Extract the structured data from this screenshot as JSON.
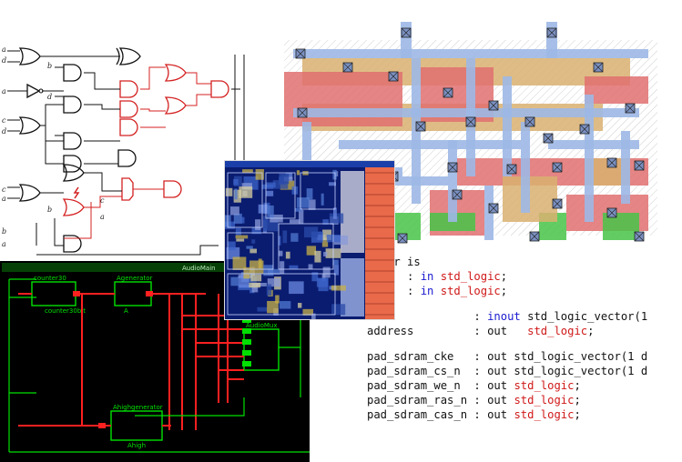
{
  "gate_schematic": {
    "input_labels": [
      "a",
      "d",
      "a",
      "c",
      "d",
      "b",
      "d",
      "c",
      "a",
      "b",
      "a",
      "c",
      "a",
      "b"
    ]
  },
  "layout": {},
  "vhdl": {
    "lines": [
      [
        {
          "t": "essor is"
        }
      ],
      [
        {
          "t": "      : "
        },
        {
          "t": "in",
          "c": "kw"
        },
        {
          "t": " "
        },
        {
          "t": "std_logic",
          "c": "ty"
        },
        {
          "t": ";"
        }
      ],
      [
        {
          "t": "et    : "
        },
        {
          "t": "in",
          "c": "kw"
        },
        {
          "t": " "
        },
        {
          "t": "std_logic",
          "c": "ty"
        },
        {
          "t": ";"
        }
      ],
      [],
      [
        {
          "t": "data            : "
        },
        {
          "t": "inout",
          "c": "kw"
        },
        {
          "t": " std_logic_vector(1"
        }
      ],
      [
        {
          "t": "address         : out   "
        },
        {
          "t": "std_logic",
          "c": "ty"
        },
        {
          "t": ";"
        }
      ],
      [],
      [
        {
          "t": "pad_sdram_cke   : out std_logic_vector(1 d"
        }
      ],
      [
        {
          "t": "pad_sdram_cs_n  : out std_logic_vector(1 d"
        }
      ],
      [
        {
          "t": "pad_sdram_we_n  : out "
        },
        {
          "t": "std_logic",
          "c": "ty"
        },
        {
          "t": ";"
        }
      ],
      [
        {
          "t": "pad_sdram_ras_n : out "
        },
        {
          "t": "std_logic",
          "c": "ty"
        },
        {
          "t": ";"
        }
      ],
      [
        {
          "t": "pad_sdram_cas_n : out "
        },
        {
          "t": "std_logic",
          "c": "ty"
        },
        {
          "t": ";"
        }
      ]
    ]
  },
  "block_schematic": {
    "title": "AudioMain",
    "blocks": [
      {
        "name": "counter30",
        "sub": "counter30bit"
      },
      {
        "name": "Agenerator",
        "sub": "A"
      },
      {
        "name": "Ahighgenerator",
        "sub": "Ahigh"
      },
      {
        "name": "AudioMux",
        "sub": ""
      }
    ]
  },
  "die_photo": {},
  "colors": {
    "gate_stroke": "#111111",
    "gate_highlight": "#d42020",
    "poly": "#e05050",
    "metal": "#9db8e6",
    "diffusion": "#40c040",
    "sch_wire": "#00e000",
    "sch_bus": "#ff2020"
  }
}
